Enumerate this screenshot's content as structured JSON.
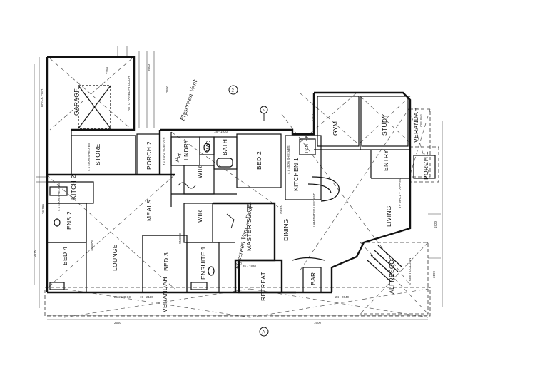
{
  "rooms": {
    "garage": "GARAGE",
    "store": "STORE",
    "porch2": "PORCH 2",
    "kitch2": "KITCH 2",
    "ens2": "ENS 2",
    "bed4": "BED 4",
    "lounge": "LOUNGE",
    "meals": "MEALS",
    "bed3": "BED 3",
    "ensuite1": "ENSUITE 1",
    "wir": "WIR",
    "lndry": "LNDRY",
    "wir2": "WIR",
    "wc": "WC",
    "bath": "BATH",
    "bed2": "BED 2",
    "master_suite": "MASTER SUITE",
    "dining": "DINING",
    "retreat": "RETREAT",
    "bar": "BAR",
    "kitchen1": "KITCHEN 1",
    "pantry": "PANTRY",
    "gym": "GYM",
    "study": "STUDY",
    "entry": "ENTRY",
    "living": "LIVING",
    "verandah_right": "VERANDAH",
    "porch1": "PORCH 1",
    "alfresco": "ALFRESCO",
    "verandah_bottom": "VERANDAH"
  },
  "markers": {
    "section_top": "2",
    "section_bottom": "A",
    "section_small": "A"
  },
  "notes": {
    "shelves_store": "4 x 450w SHELVES",
    "shelves_hall": "4 x 450w SHELVES",
    "shelves_kitchen": "4 x 450w SHELVES",
    "shelves_ens": "4 x 450w SHELVES",
    "laminated": "LAMINATED UPSTAND",
    "tv_wall": "TV WALL + TAPPING",
    "auto_door": "AUTO PANELIFT DOOR",
    "smoke": "SMOKE",
    "open": "OPEN",
    "street_column": "STREET COLUMN",
    "ceiling": "CEILING",
    "brick_pier": "BRICK PIER"
  },
  "annotations": {
    "hand_top": "Flyscreen Vent",
    "hand_master": "Flyscreen Vent + Doors",
    "hand_corner": "Pvt"
  },
  "dimensions": [
    "26 190",
    "25 2920 SO",
    "35 - 1830",
    "19 - 2110",
    "18 - 1930",
    "24 - 2040",
    "2690",
    "2350",
    "3600",
    "1920",
    "2700",
    "1400",
    "3190",
    "2550",
    "1600"
  ]
}
